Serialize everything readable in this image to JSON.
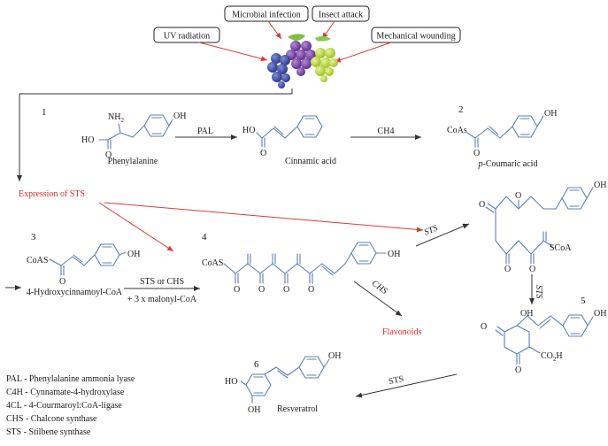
{
  "stressors": {
    "uv": "UV radiation",
    "microbial": "Microbial infection",
    "insect": "Insect attack",
    "mechanical": "Mechanical wounding"
  },
  "step_numbers": {
    "n1": "1",
    "n2": "2",
    "n3": "3",
    "n4": "4",
    "n5": "5",
    "n6": "6"
  },
  "compounds": {
    "phenylalanine": "Phenylalanine",
    "cinnamic": "Cinnamic acid",
    "coumaric_italic": "p",
    "coumaric_rest": "-Coumaric acid",
    "hydroxycinnamoyl": "4-Hydroxycinnamoyl-CoA",
    "resveratrol": "Resveratrol"
  },
  "enzymes": {
    "pal": "PAL",
    "ch4": "CH4",
    "sts_or_chs": "STS or CHS",
    "malonyl": "+ 3 x malonyl-CoA",
    "sts_a": "STS",
    "sts_b": "STS",
    "sts_c": "STS",
    "chs": "CHS"
  },
  "red_labels": {
    "expression": "Expression of STS",
    "flavonoids": "Flavonoids"
  },
  "atoms": {
    "oh": "OH",
    "nh2_n": "NH",
    "nh2_sub": "2",
    "ho": "HO",
    "o": "O",
    "coas": "CoAs",
    "coas_caps": "CoAS",
    "scoa": "SCoA",
    "co2h_a": "CO",
    "co2h_sub": "2",
    "co2h_b": "H"
  },
  "legend": [
    "PAL - Phenylalanine ammonia lyase",
    "C4H - Cynnamate-4-hydroxylase",
    "4CL - 4-Courmaroyl:CoA-ligase",
    "CHS - Chalcone synthase",
    "STS - Stilbene synthase"
  ],
  "colors": {
    "bond": "#5b7fb5",
    "highlight": "#d62d2d",
    "text": "#1a1a1a"
  }
}
